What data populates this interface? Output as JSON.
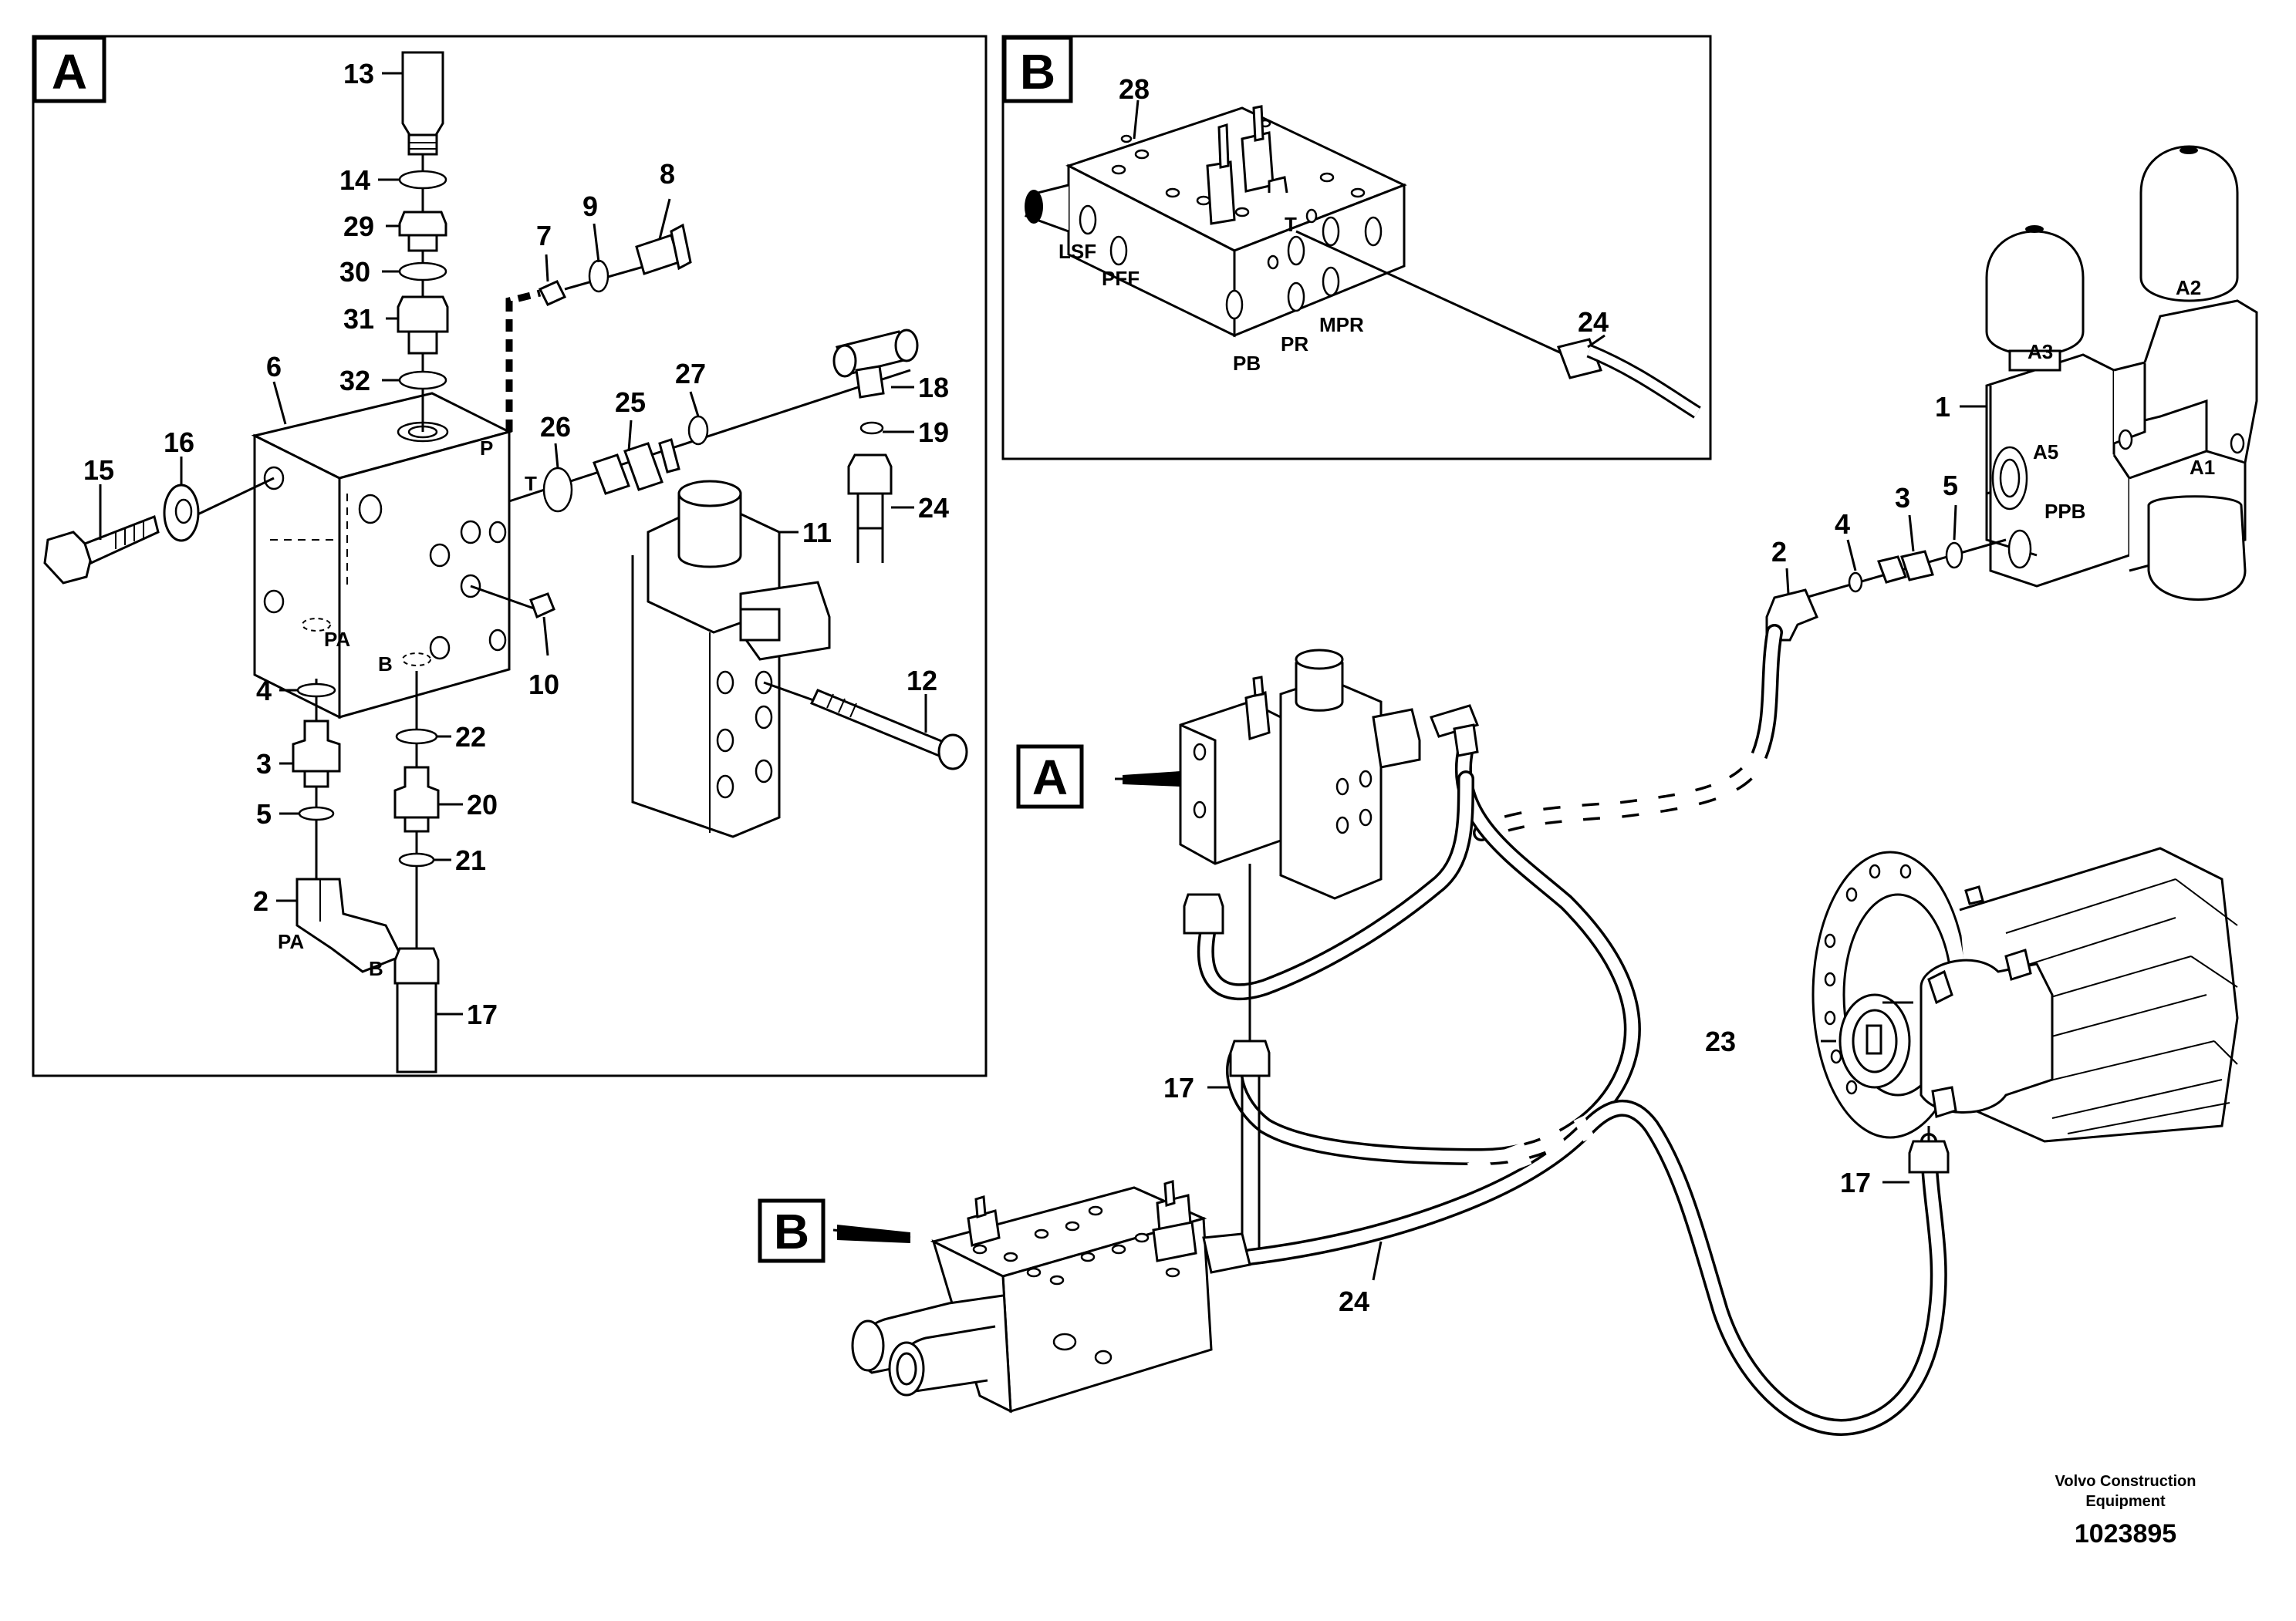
{
  "diagram": {
    "panel_a": {
      "label": "A",
      "ports": [
        "PA",
        "B",
        "P",
        "T",
        "PA",
        "B"
      ],
      "callouts": [
        "13",
        "14",
        "29",
        "30",
        "31",
        "32",
        "6",
        "15",
        "16",
        "7",
        "9",
        "8",
        "26",
        "25",
        "27",
        "18",
        "19",
        "24",
        "11",
        "10",
        "12",
        "4",
        "3",
        "5",
        "2",
        "22",
        "20",
        "21",
        "17"
      ]
    },
    "panel_b": {
      "label": "B",
      "ports": [
        "LSF",
        "PFF",
        "T",
        "PB",
        "PR",
        "MPR"
      ],
      "callouts": [
        "28",
        "24"
      ]
    },
    "main": {
      "accumulator_ports": [
        "A3",
        "A2",
        "A5",
        "A1",
        "PPB"
      ],
      "callouts": [
        "1",
        "2",
        "4",
        "3",
        "5",
        "17",
        "23",
        "17",
        "24"
      ],
      "view_labels": [
        "A",
        "B"
      ]
    },
    "footer": {
      "credit_line1": "Volvo Construction",
      "credit_line2": "Equipment",
      "doc_id": "1023895"
    }
  }
}
